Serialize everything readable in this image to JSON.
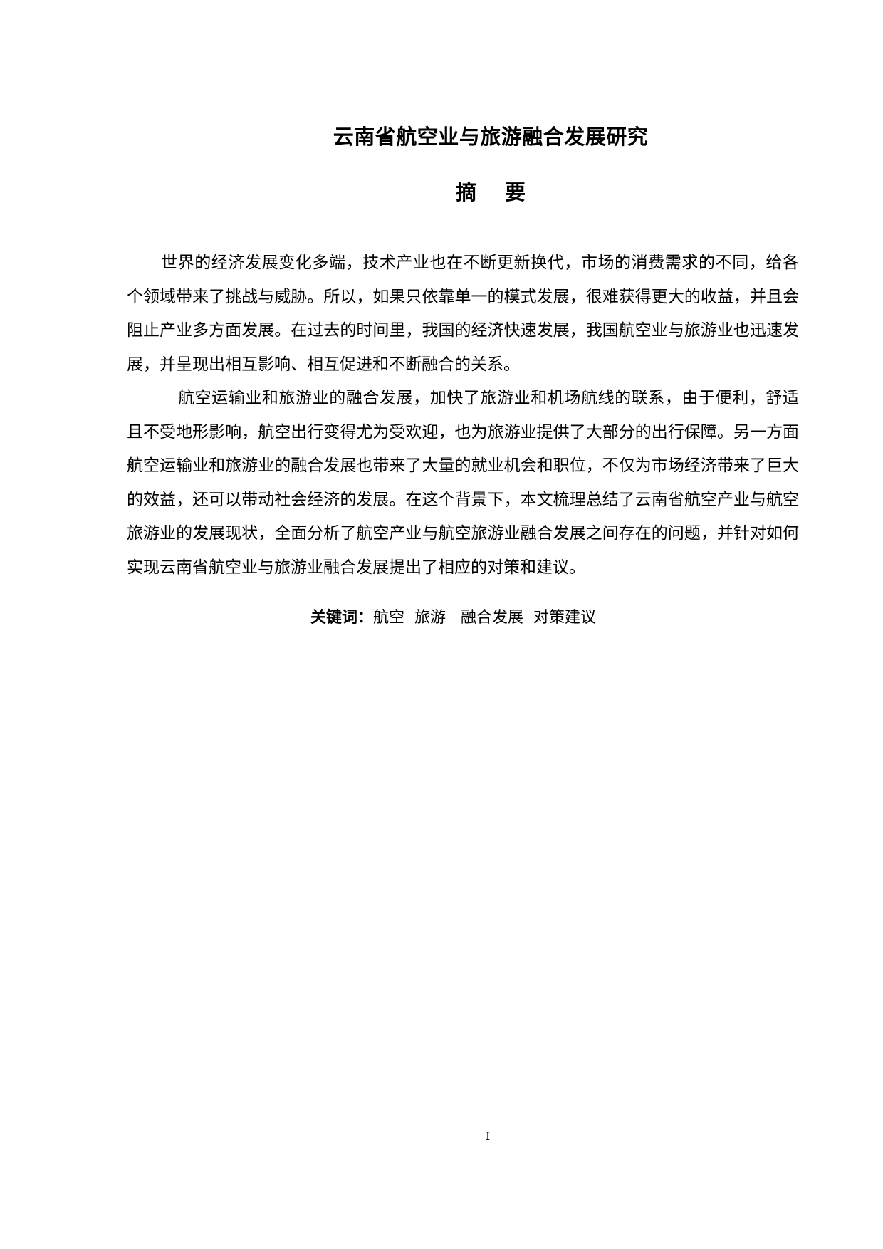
{
  "document": {
    "title": "云南省航空业与旅游融合发展研究",
    "abstract_heading": "摘 要",
    "paragraphs": [
      "世界的经济发展变化多端，技术产业也在不断更新换代，市场的消费需求的不同，给各个领域带来了挑战与威胁。所以，如果只依靠单一的模式发展，很难获得更大的收益，并且会阻止产业多方面发展。在过去的时间里，我国的经济快速发展，我国航空业与旅游业也迅速发展，并呈现出相互影响、相互促进和不断融合的关系。",
      "航空运输业和旅游业的融合发展，加快了旅游业和机场航线的联系，由于便利，舒适且不受地形影响，航空出行变得尤为受欢迎，也为旅游业提供了大部分的出行保障。另一方面航空运输业和旅游业的融合发展也带来了大量的就业机会和职位，不仅为市场经济带来了巨大的效益，还可以带动社会经济的发展。在这个背景下，本文梳理总结了云南省航空产业与航空旅游业的发展现状，全面分析了航空产业与航空旅游业融合发展之间存在的问题，并针对如何实现云南省航空业与旅游业融合发展提出了相应的对策和建议。"
    ],
    "keywords": {
      "label": "关键词：",
      "values": "航空  旅游   融合发展  对策建议"
    },
    "page_number": "I"
  }
}
